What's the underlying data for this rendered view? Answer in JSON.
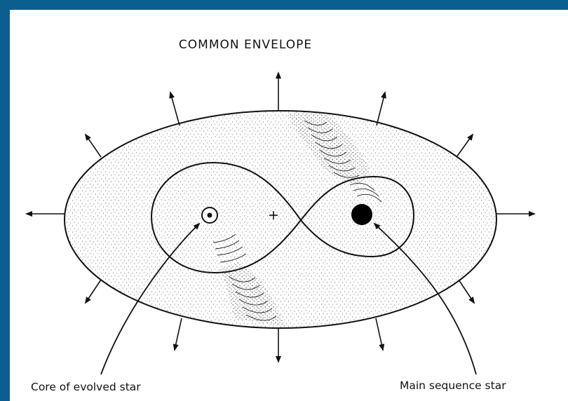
{
  "diagram": {
    "title": "COMMON  ENVELOPE",
    "labels": {
      "core": "Core  of  evolved star",
      "main_sequence": "Main sequence star"
    },
    "colors": {
      "background": "#0a5f8f",
      "paper": "#ffffff",
      "ink": "#111111"
    }
  }
}
